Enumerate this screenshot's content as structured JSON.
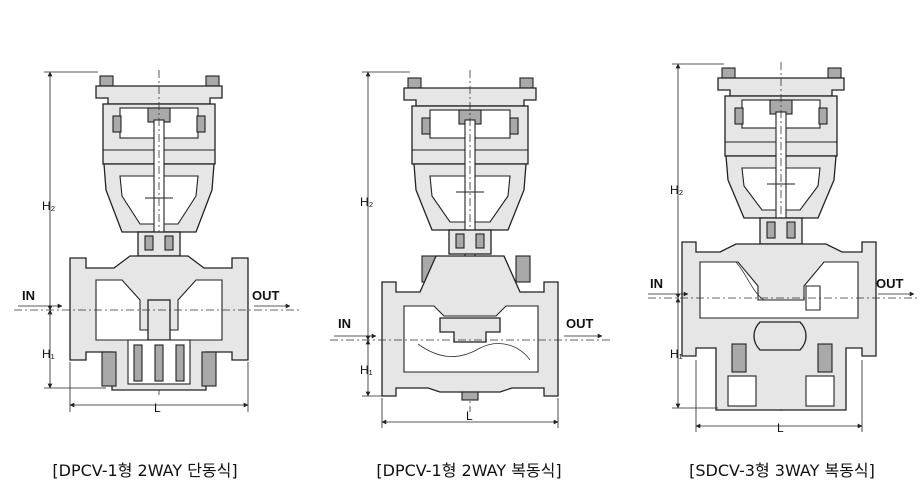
{
  "valves": [
    {
      "caption": "[DPCV-1형 2WAY 단동식]",
      "dims": {
        "h2": "H₂",
        "h1": "H₁",
        "l": "L"
      },
      "flow": {
        "in": "IN",
        "out": "OUT"
      }
    },
    {
      "caption": "[DPCV-1형 2WAY 복동식]",
      "dims": {
        "h2": "H₂",
        "h1": "H₁",
        "l": "L"
      },
      "flow": {
        "in": "IN",
        "out": "OUT"
      }
    },
    {
      "caption": "[SDCV-3형 3WAY 복동식]",
      "dims": {
        "h2": "H₂",
        "h1": "H₁",
        "l": "L"
      },
      "flow": {
        "in": "IN",
        "out": "OUT"
      }
    }
  ]
}
